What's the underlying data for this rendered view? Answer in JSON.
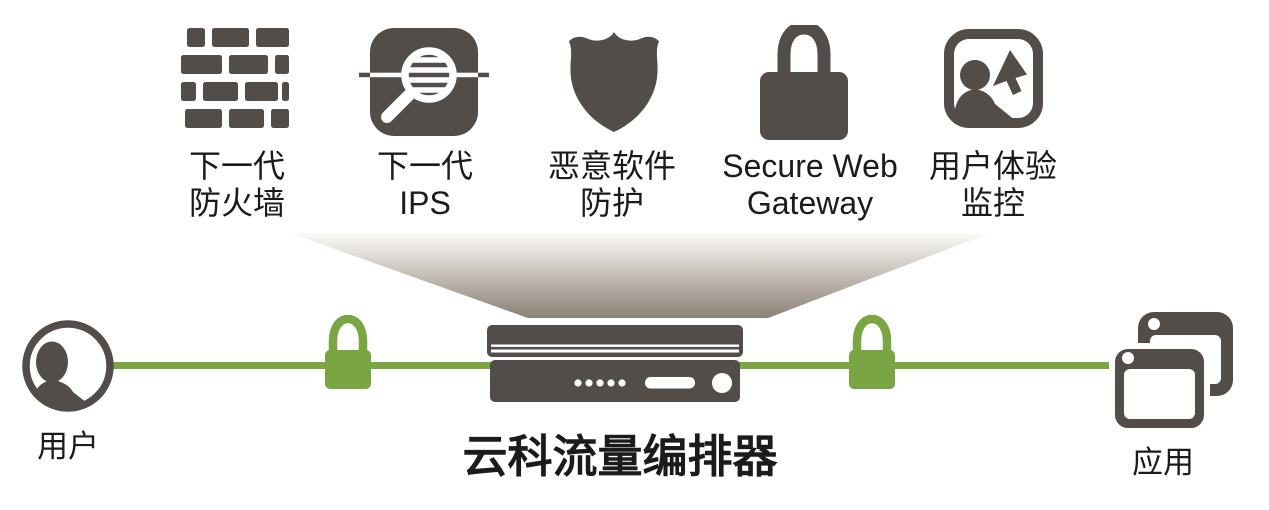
{
  "services": [
    {
      "icon": "firewall-brick-icon",
      "line1": "下一代",
      "line2": "防火墙"
    },
    {
      "icon": "ips-magnifier-icon",
      "line1": "下一代",
      "line2": "IPS"
    },
    {
      "icon": "malware-shield-icon",
      "line1": "恶意软件",
      "line2": "防护"
    },
    {
      "icon": "secure-web-gateway-lock-icon",
      "line1": "Secure Web",
      "line2": "Gateway"
    },
    {
      "icon": "user-experience-icon",
      "line1": "用户体验",
      "line2": "监控"
    }
  ],
  "endpoints": {
    "left": "用户",
    "right": "应用"
  },
  "device": {
    "label": "云科流量编排器"
  },
  "colors": {
    "icon_dark": "#534d4a",
    "green": "#7aa543",
    "text": "#1b1b1b",
    "funnel_top": "#fcfbf9",
    "funnel_bottom": "#8a8177"
  }
}
